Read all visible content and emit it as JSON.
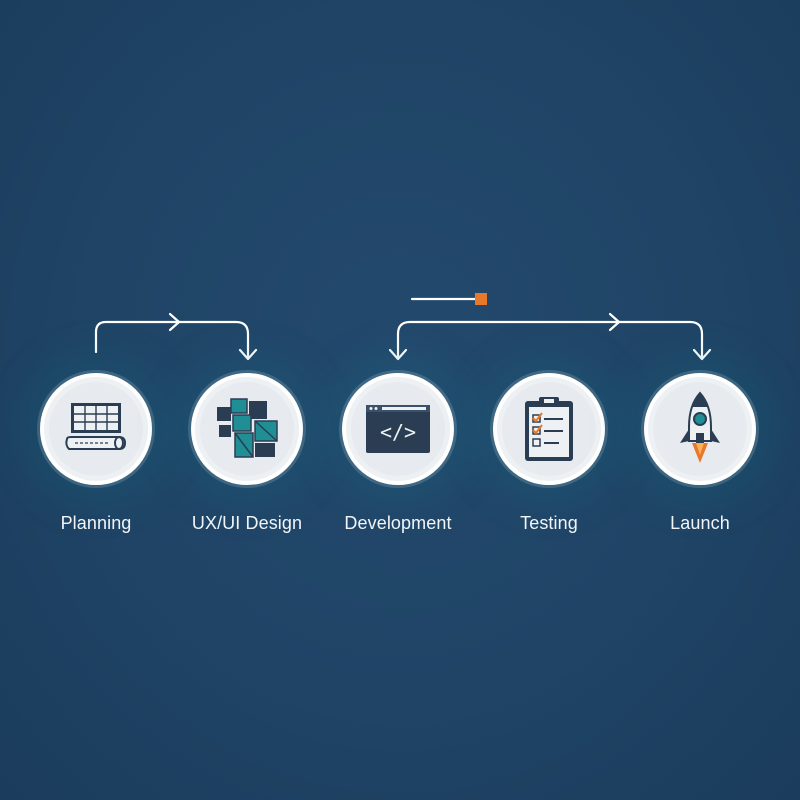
{
  "diagram": {
    "steps": [
      {
        "label": "Planning",
        "icon": "blueprint-icon"
      },
      {
        "label": "UX/UI Design",
        "icon": "layout-blocks-icon"
      },
      {
        "label": "Development",
        "icon": "code-window-icon"
      },
      {
        "label": "Testing",
        "icon": "checklist-clipboard-icon"
      },
      {
        "label": "Launch",
        "icon": "rocket-icon"
      }
    ],
    "colors": {
      "background": "#1f4466",
      "accent_teal": "#1f8f95",
      "accent_orange": "#e8782a",
      "icon_dark": "#2b3d52",
      "circle": "#eef1f4"
    }
  }
}
